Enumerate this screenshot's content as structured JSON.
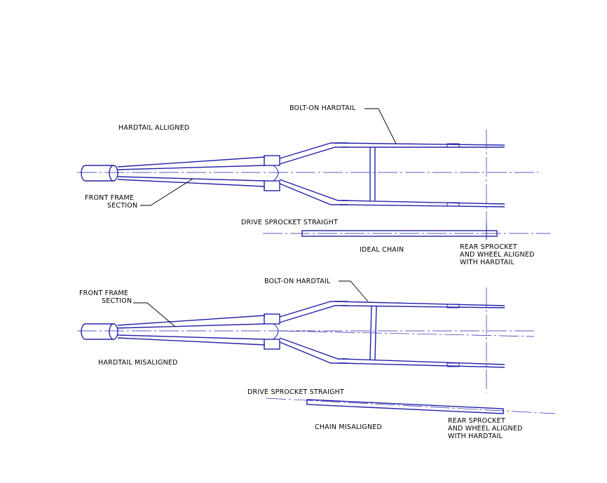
{
  "top": {
    "title": "HARDTAIL ALLIGNED",
    "bolt_on": "BOLT-ON HARDTAIL",
    "front_frame_l1": "FRONT FRAME",
    "front_frame_l2": "SECTION",
    "drive_sprocket": "DRIVE SPROCKET STRAIGHT",
    "chain": "IDEAL CHAIN",
    "rear_l1": "REAR SPROCKET",
    "rear_l2": "AND WHEEL ALIGNED",
    "rear_l3": "WITH HARDTAIL"
  },
  "bottom": {
    "title": "HARDTAIL MISALIGNED",
    "bolt_on": "BOLT-ON HARDTAIL",
    "front_frame_l1": "FRONT FRAME",
    "front_frame_l2": "SECTION",
    "drive_sprocket": "DRIVE SPROCKET STRAIGHT",
    "chain": "CHAIN MISALIGNED",
    "rear_l1": "REAR SPROCKET",
    "rear_l2": "AND WHEEL ALIGNED",
    "rear_l3": "WITH HARDTAIL"
  },
  "colors": {
    "line": "#2222aa",
    "leader": "#000000"
  }
}
